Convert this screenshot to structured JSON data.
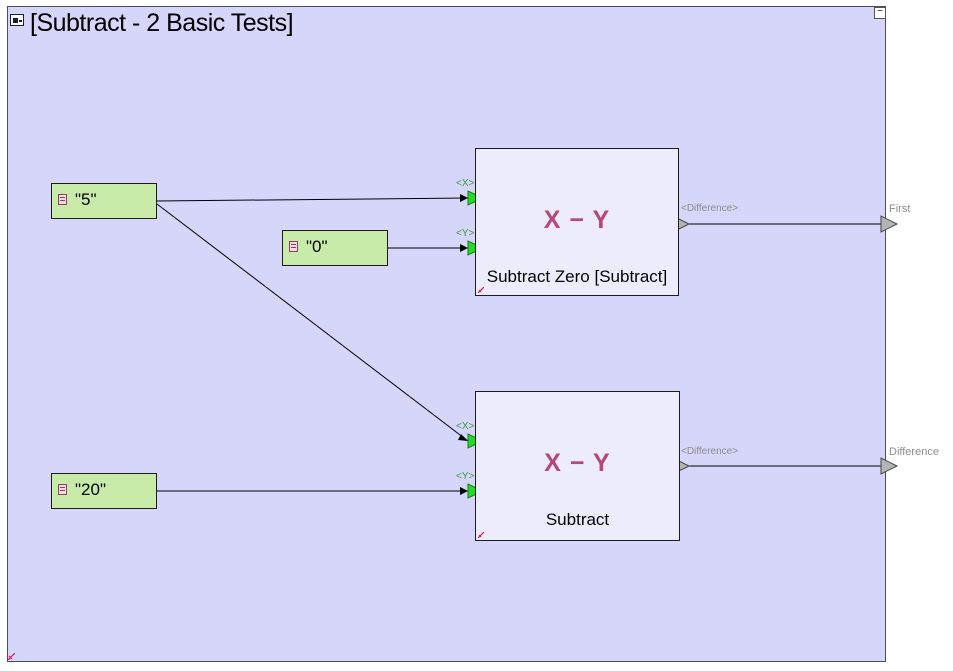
{
  "window": {
    "title": "[Subtract - 2 Basic Tests]",
    "minimize_glyph": "−"
  },
  "constants": [
    {
      "id": "c5",
      "value": "\"5\""
    },
    {
      "id": "c0",
      "value": "\"0\""
    },
    {
      "id": "c20",
      "value": "\"20\""
    }
  ],
  "blocks": [
    {
      "id": "subtract-zero",
      "operator": "X − Y",
      "name": "Subtract Zero [Subtract]",
      "inputs": [
        "<X>",
        "<Y>"
      ],
      "output": "<Difference>"
    },
    {
      "id": "subtract",
      "operator": "X − Y",
      "name": "Subtract",
      "inputs": [
        "<X>",
        "<Y>"
      ],
      "output": "<Difference>"
    }
  ],
  "outputs": [
    "First",
    "Difference"
  ],
  "colors": {
    "canvas": "#d6d6fb",
    "block_fill": "#ececfc",
    "constant_fill": "#c8ebaa",
    "operator_text": "#b5477a",
    "input_port": "#22dd22",
    "output_port": "#b4b4b4"
  },
  "icons": {
    "title": "subsystem-icon",
    "constant": "constant-icon",
    "minimize": "minimize-icon"
  }
}
